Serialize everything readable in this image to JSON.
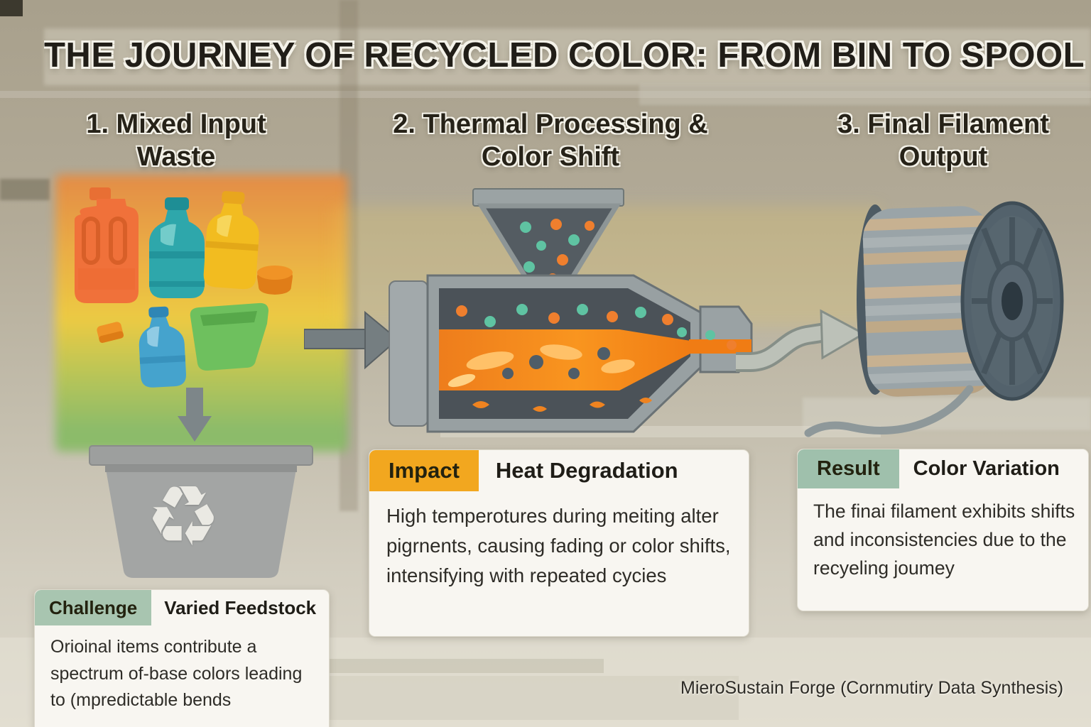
{
  "title": "THE JOURNEY OF RECYCLED COLOR: FROM BIN TO SPOOL",
  "steps": [
    {
      "heading": "1. Mixed Input Waste"
    },
    {
      "heading": "2. Thermal Processing & Color Shift"
    },
    {
      "heading": "3. Final Filament Output"
    }
  ],
  "cards": {
    "challenge": {
      "badge": "Challenge",
      "title": "Varied Feedstock",
      "body": "Orioinal items contribute a spectrum of-base colors leading to (mpredictable bends",
      "badge_color": "#a8c5b0"
    },
    "impact": {
      "badge": "Impact",
      "title": "Heat Degradation",
      "body": "High temperotures during meiting alter pigrnents, causing fading or color shifts, intensifying with repeated cycies",
      "badge_color": "#f2a71f"
    },
    "result": {
      "badge": "Result",
      "title": "Color Variation",
      "body": "The finai filament exhibits shifts and inconsistencies due to the recyeling joumey",
      "badge_color": "#9fc0ac"
    }
  },
  "attribution": "MieroSustain Forge (Cornmutiry Data Synthesis)",
  "icons": {
    "recycle_symbol": "♻"
  },
  "colors": {
    "heading_text": "#262218",
    "card_background": "#f8f6f1",
    "molten_plastic": "#f07c1e",
    "machine_gray": "#9ba3a4",
    "spool_flange": "#53626c",
    "background_khaki": "#b2aa97"
  }
}
